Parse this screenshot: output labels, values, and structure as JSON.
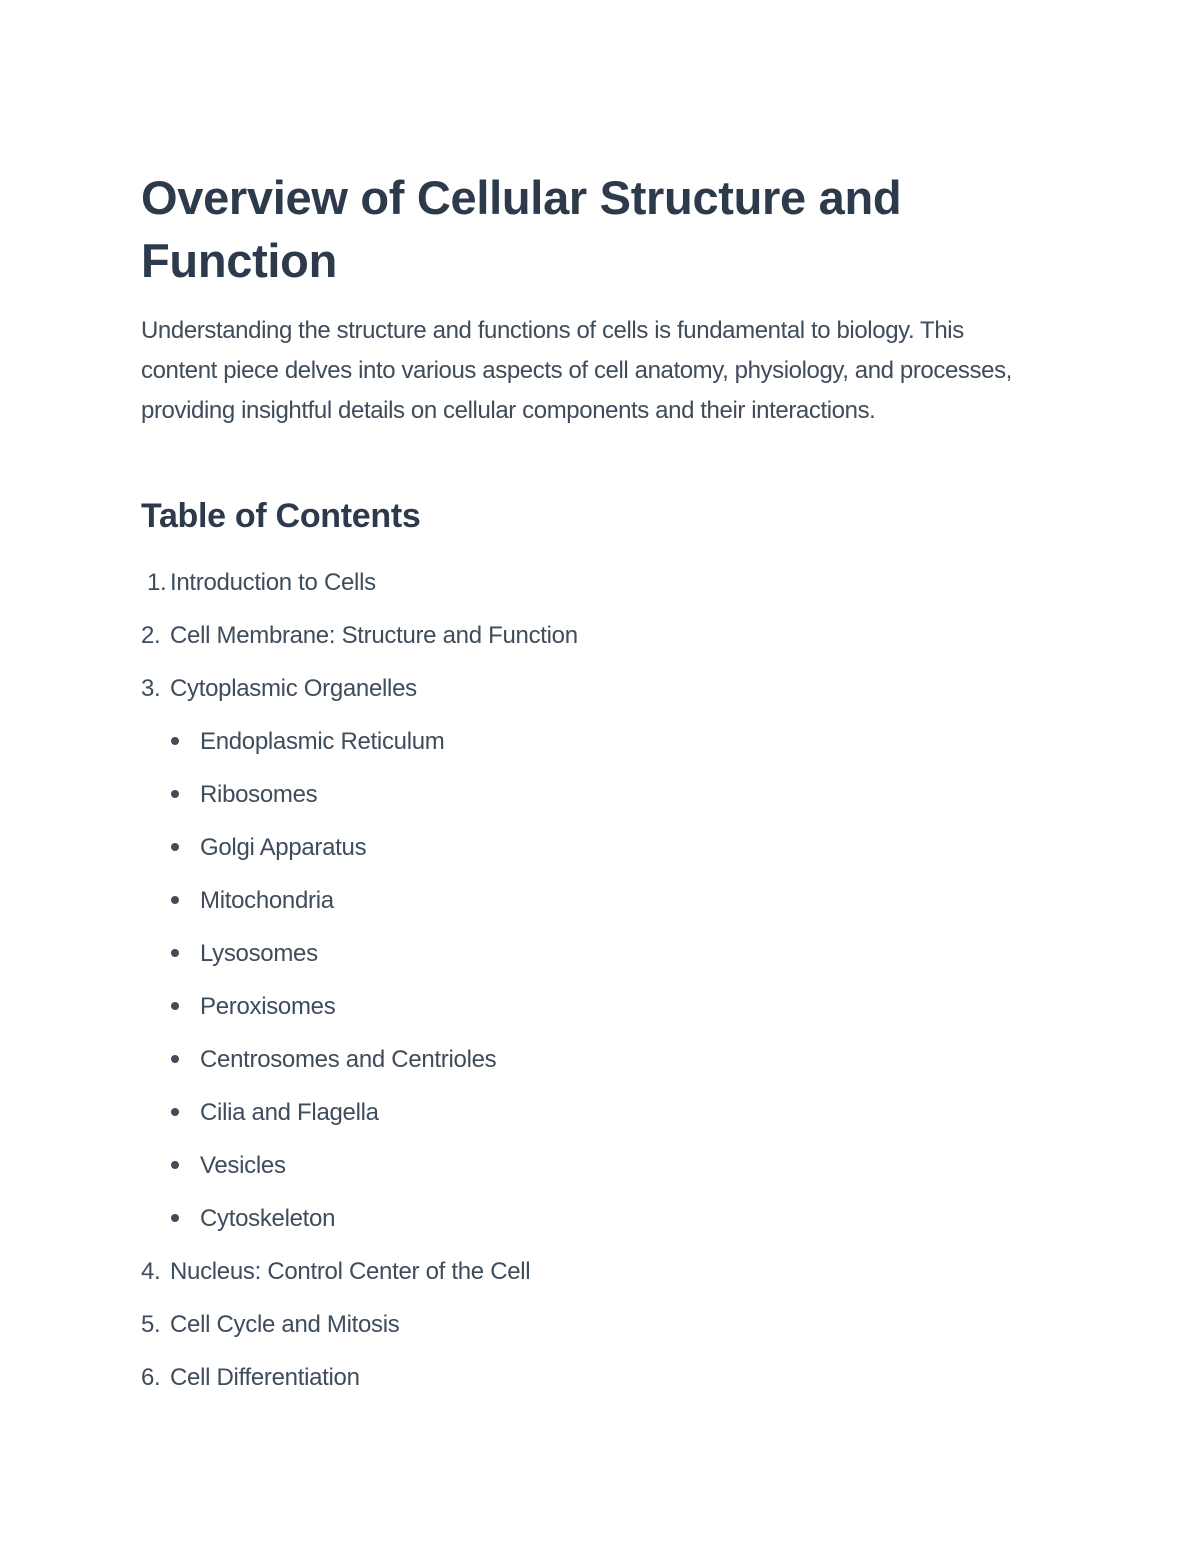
{
  "document": {
    "title": "Overview of Cellular Structure and Function",
    "intro": "Understanding the structure and functions of cells is fundamental to biology. This content piece delves into various aspects of cell anatomy, physiology, and processes, providing insightful details on cellular components and their interactions.",
    "toc": {
      "heading": "Table of Contents",
      "items": [
        {
          "num": "1.",
          "label": "Introduction to Cells"
        },
        {
          "num": "2.",
          "label": "Cell Membrane: Structure and Function"
        },
        {
          "num": "3.",
          "label": "Cytoplasmic Organelles"
        },
        {
          "num": "4.",
          "label": "Nucleus: Control Center of the Cell"
        },
        {
          "num": "5.",
          "label": "Cell Cycle and Mitosis"
        },
        {
          "num": "6.",
          "label": "Cell Differentiation"
        }
      ],
      "organelles": [
        "Endoplasmic Reticulum",
        "Ribosomes",
        "Golgi Apparatus",
        "Mitochondria",
        "Lysosomes",
        "Peroxisomes",
        "Centrosomes and Centrioles",
        "Cilia and Flagella",
        "Vesicles",
        "Cytoskeleton"
      ]
    }
  },
  "colors": {
    "heading": "#2c3a4b",
    "body": "#3e4c5b",
    "background": "#ffffff"
  }
}
